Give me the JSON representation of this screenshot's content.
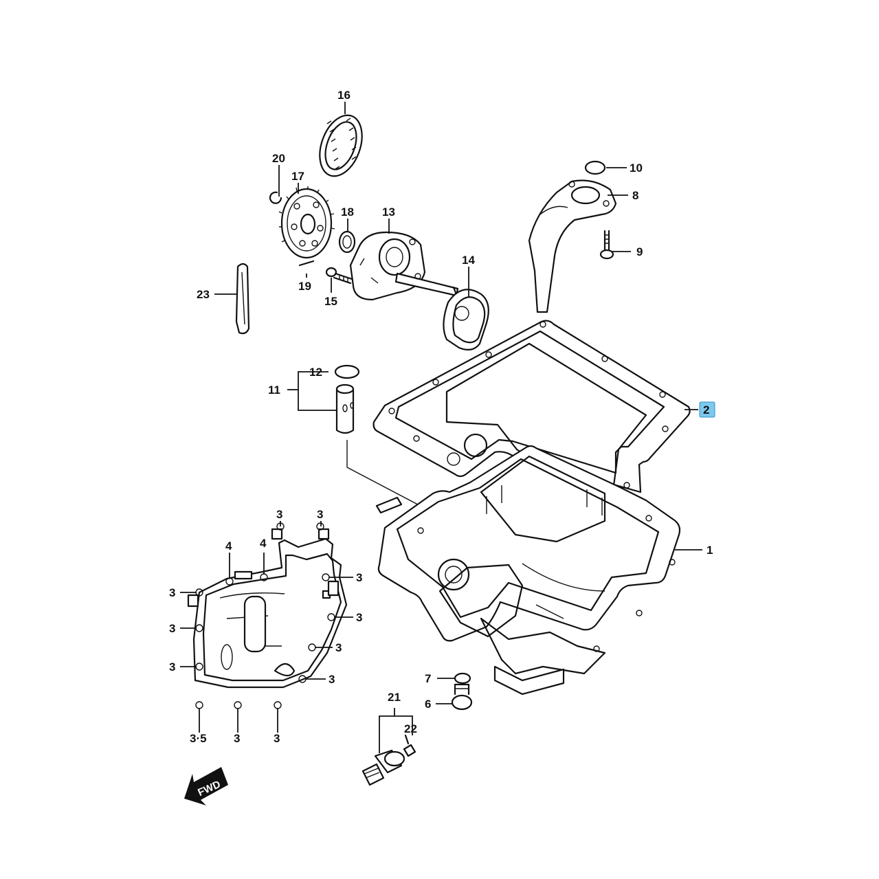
{
  "callouts": {
    "c1": "1",
    "c2": "2",
    "c3": "3",
    "c3_5": "3·5",
    "c4": "4",
    "c6": "6",
    "c7": "7",
    "c8": "8",
    "c9": "9",
    "c10": "10",
    "c11": "11",
    "c12": "12",
    "c13": "13",
    "c14": "14",
    "c15": "15",
    "c16": "16",
    "c17": "17",
    "c18": "18",
    "c19": "19",
    "c20": "20",
    "c21": "21",
    "c22": "22",
    "c23": "23"
  },
  "fwd_label": "FWD",
  "highlighted_callout": "2",
  "colors": {
    "line": "#111111",
    "highlight": "#7dc8ee",
    "background": "#ffffff"
  }
}
